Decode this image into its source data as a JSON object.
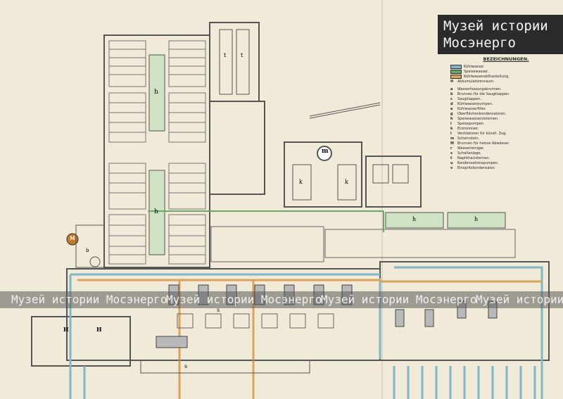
{
  "branding": {
    "line1": "Музей истории",
    "line2": "Мосэнерго"
  },
  "watermark": {
    "text": "Музей истории Мосэнерго"
  },
  "legend": {
    "title": "BEZEICHNUNGEN.",
    "pipes": [
      {
        "color": "#7fb7c4",
        "label": "Kühlwasser."
      },
      {
        "color": "#6aa86a",
        "label": "Speisewasser."
      },
      {
        "color": "#d9a35a",
        "label": "Kühlwasserabflussleitung."
      },
      {
        "key": "H",
        "label": "Akkumulatorenraum."
      }
    ],
    "items": [
      {
        "key": "a",
        "label": "Wasserfassungsbrunnen."
      },
      {
        "key": "b",
        "label": "Brunnen für die Saugklappen."
      },
      {
        "key": "c",
        "label": "Saugklappen."
      },
      {
        "key": "d",
        "label": "Kühlwasserpumpen."
      },
      {
        "key": "e",
        "label": "Kühlwasserfilter."
      },
      {
        "key": "g",
        "label": "Oberflächenkondensatoren."
      },
      {
        "key": "h",
        "label": "Speisewasserzisternen."
      },
      {
        "key": "i",
        "label": "Speisepumpen."
      },
      {
        "key": "k",
        "label": "Economiser."
      },
      {
        "key": "l",
        "label": "Ventilatoren für künstl. Zug."
      },
      {
        "key": "m",
        "label": "Schornstein."
      },
      {
        "key": "M",
        "label": "Brunnen für heisse Abwässer."
      },
      {
        "key": "r",
        "label": "Wasserreiniger."
      },
      {
        "key": "s",
        "label": "Schaltanlage."
      },
      {
        "key": "t",
        "label": "Naphthacisternen."
      },
      {
        "key": "u",
        "label": "Kondensationspumpen."
      },
      {
        "key": "v",
        "label": "Einspritzkondensator."
      }
    ]
  },
  "plan_labels": {
    "cistern_left": "h",
    "cistern_right": "h",
    "tank_t1": "t",
    "tank_t2": "t",
    "chimney": "m",
    "econ_left": "k",
    "econ_right": "k",
    "cistern_east_1": "h",
    "cistern_east_2": "h",
    "accumulator_1": "H",
    "accumulator_2": "H",
    "switchgear_1": "s",
    "switchgear_2": "s",
    "well_M": "M",
    "hot_well": "b"
  },
  "colors": {
    "paper": "#f1ead8",
    "wall": "#555555",
    "cooling_water": "#7fb7c4",
    "feed_water": "#6aa86a",
    "discharge": "#d9a35a",
    "cistern_fill": "#cfe3c4"
  }
}
